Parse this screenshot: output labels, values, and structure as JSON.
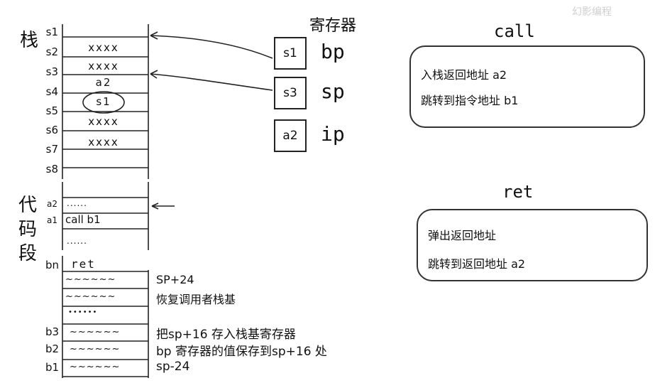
{
  "stack": {
    "title": "栈",
    "slots": [
      {
        "label": "s1",
        "value": ""
      },
      {
        "label": "s2",
        "value": "xxxx"
      },
      {
        "label": "s3",
        "value": "xxxx"
      },
      {
        "label": "s4",
        "value": "a2"
      },
      {
        "label": "s5",
        "value": "s1"
      },
      {
        "label": "s6",
        "value": "xxxx"
      },
      {
        "label": "s7",
        "value": "xxxx"
      },
      {
        "label": "s8",
        "value": ""
      }
    ]
  },
  "registers": {
    "title": "寄存器",
    "items": [
      {
        "value": "s1",
        "name": "bp"
      },
      {
        "value": "s3",
        "name": "sp"
      },
      {
        "value": "a2",
        "name": "ip"
      }
    ]
  },
  "code_segment": {
    "title_chars": [
      "代",
      "码",
      "段"
    ],
    "rows": [
      {
        "label": "a2",
        "value": "......"
      },
      {
        "label": "a1",
        "value": "call b1"
      },
      {
        "label": "",
        "value": "......"
      }
    ]
  },
  "function_body": {
    "rows": [
      {
        "label": "bn",
        "value": "ret",
        "note": ""
      },
      {
        "label": "",
        "value": "~~~~~~",
        "note": "SP+24"
      },
      {
        "label": "",
        "value": "~~~~~~",
        "note": "恢复调用者栈基"
      },
      {
        "label": "",
        "value": "••••••",
        "note": ""
      },
      {
        "label": "b3",
        "value": "~~~~~~",
        "note": "把sp+16 存入栈基寄存器"
      },
      {
        "label": "b2",
        "value": "~~~~~~",
        "note": "bp 寄存器的值保存到sp+16 处"
      },
      {
        "label": "b1",
        "value": "~~~~~~",
        "note": "sp-24"
      }
    ]
  },
  "call_card": {
    "title": "call",
    "lines": [
      "入栈返回地址 a2",
      "跳转到指令地址 b1"
    ]
  },
  "ret_card": {
    "title": "ret",
    "lines": [
      "弹出返回地址",
      "跳转到返回地址 a2"
    ]
  },
  "watermark": "幻影编程"
}
